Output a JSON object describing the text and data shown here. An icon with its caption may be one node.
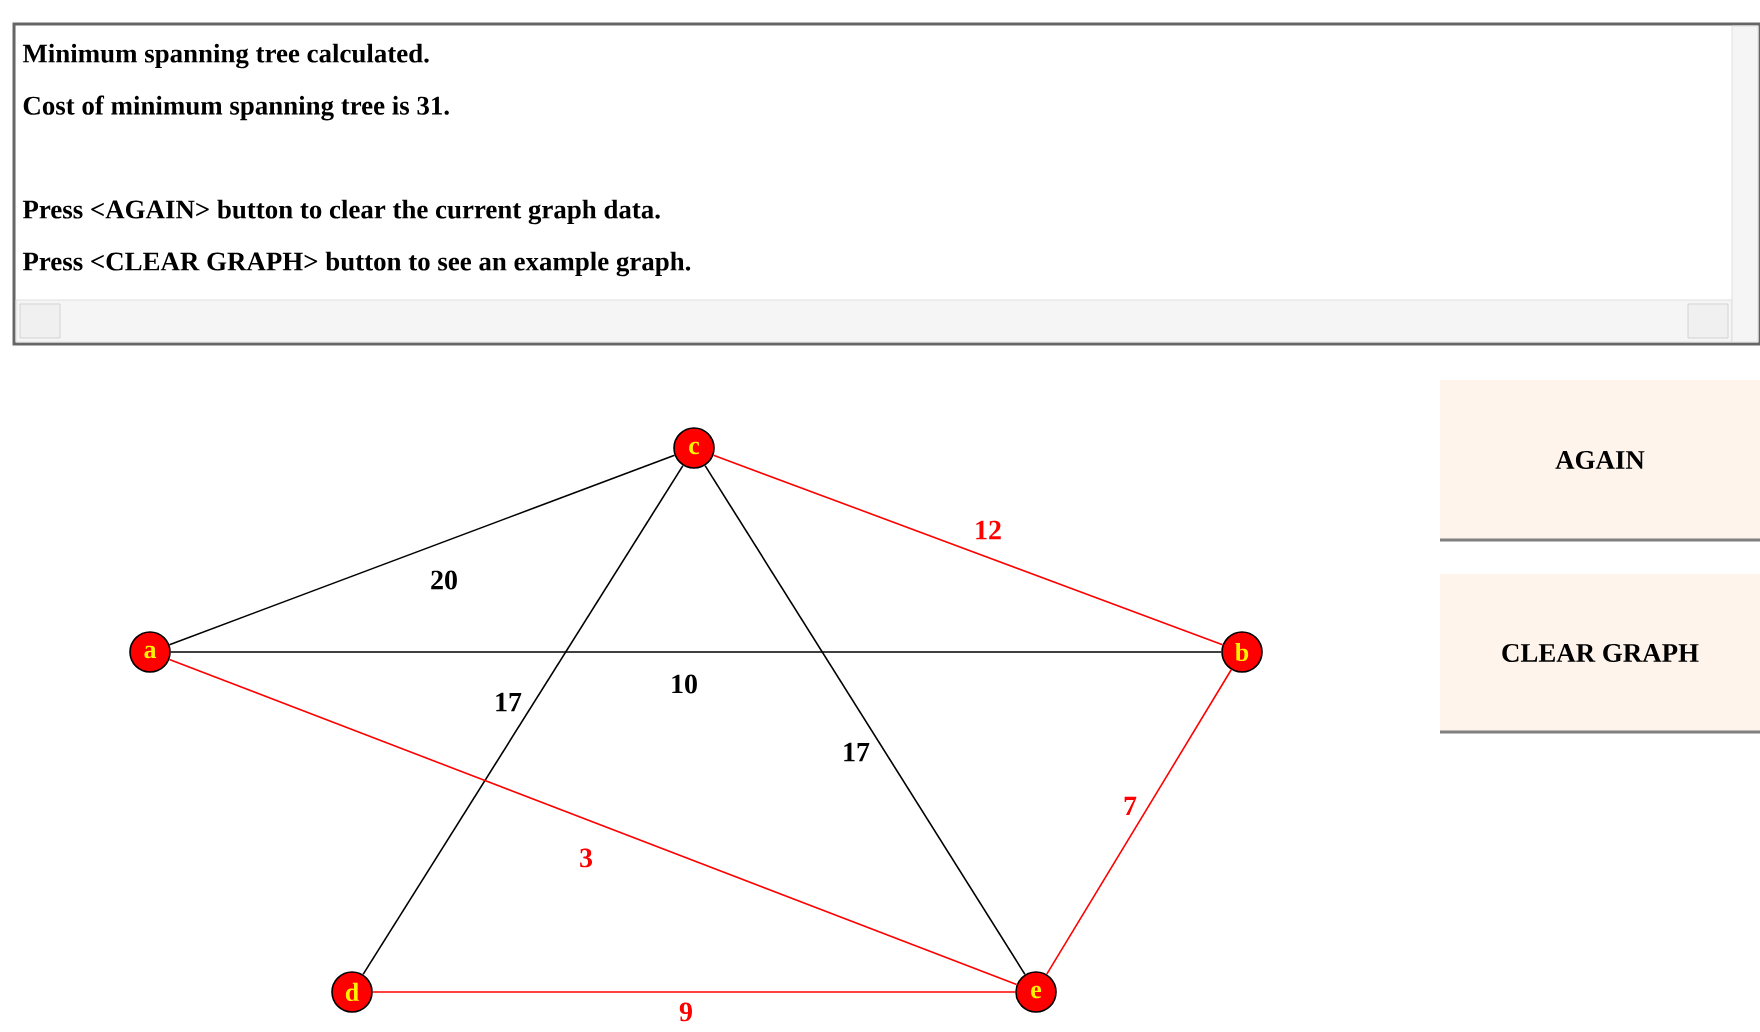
{
  "diagram": {
    "nodes": [
      {
        "text": [
          "a"
        ]
      },
      {
        "text": [
          "c"
        ]
      },
      {
        "text": [
          "b"
        ]
      },
      {
        "text": [
          "d"
        ]
      },
      {
        "text": [
          "e"
        ]
      }
    ],
    "edges": [
      {
        "from": 0,
        "to": 1,
        "arrow": "none",
        "label": "20",
        "color": "#000000"
      },
      {
        "from": 1,
        "to": 2,
        "arrow": "none",
        "label": "12",
        "color": "#ff0000"
      },
      {
        "from": 0,
        "to": 2,
        "arrow": "none",
        "label": "10",
        "color": "#000000"
      },
      {
        "from": 1,
        "to": 3,
        "arrow": "none",
        "label": "17",
        "color": "#000000"
      },
      {
        "from": 1,
        "to": 4,
        "arrow": "none",
        "label": "17",
        "color": "#000000"
      },
      {
        "from": 0,
        "to": 4,
        "arrow": "none",
        "label": "3",
        "color": "#ff0000"
      },
      {
        "from": 2,
        "to": 4,
        "arrow": "none",
        "label": "7",
        "color": "#ff0000"
      },
      {
        "from": 3,
        "to": 4,
        "arrow": "none",
        "label": "9",
        "color": "#ff0000"
      }
    ],
    "labels": [
      "Minimum spanning tree calculated.",
      "Cost of minimum spanning tree is 31.",
      "Press <AGAIN> button to clear the current graph data.",
      "Press <CLEAR GRAPH> button to see an example graph.",
      "AGAIN",
      "CLEAR GRAPH"
    ]
  }
}
